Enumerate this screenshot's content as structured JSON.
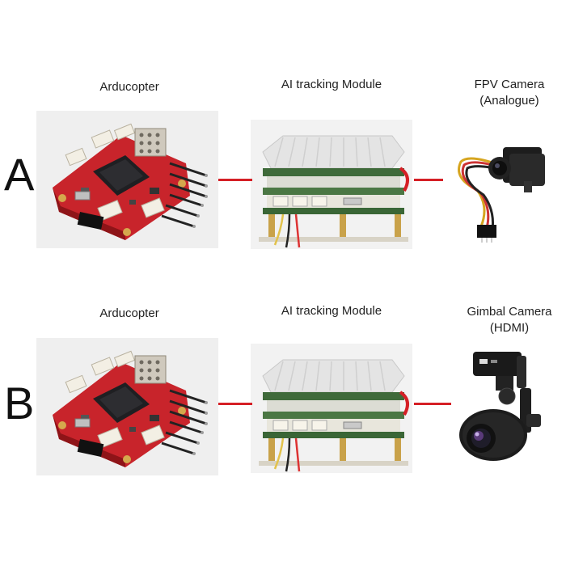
{
  "rows": [
    {
      "letter": "A",
      "flight_controller_label": "Arducopter",
      "module_label": "AI tracking Module",
      "camera_label": "FPV Camera\n(Analogue)"
    },
    {
      "letter": "B",
      "flight_controller_label": "Arducopter",
      "module_label": "AI tracking Module",
      "camera_label": "Gimbal Camera\n(HDMI)"
    }
  ],
  "colors": {
    "connection_wire": "#d51f26",
    "board_red": "#c8242b",
    "heatsink_silver": "#e3e3e3",
    "pcb_green": "#3f6a3a"
  },
  "icons": [
    "flight-controller-board-image",
    "ai-module-stack-image",
    "fpv-camera-image",
    "gimbal-camera-image"
  ]
}
